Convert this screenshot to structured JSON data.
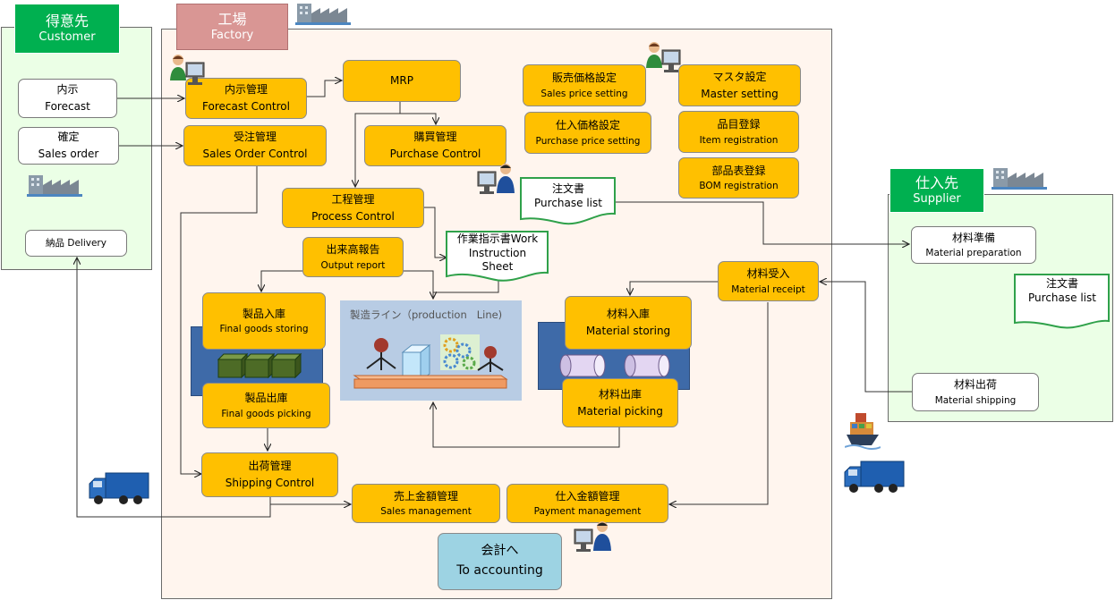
{
  "customer": {
    "jp": "得意先",
    "en": "Customer"
  },
  "factory": {
    "jp": "工場",
    "en": "Factory"
  },
  "supplier": {
    "jp": "仕入先",
    "en": "Supplier"
  },
  "customer_boxes": {
    "forecast": {
      "jp": "内示",
      "en": "Forecast"
    },
    "sales_order": {
      "jp": "確定",
      "en": "Sales order"
    },
    "delivery": {
      "text": "納品 Delivery"
    }
  },
  "factory_boxes": {
    "forecast_control": {
      "jp": "内示管理",
      "en": "Forecast Control"
    },
    "mrp": {
      "text": "MRP"
    },
    "sales_order_control": {
      "jp": "受注管理",
      "en": "Sales Order Control"
    },
    "purchase_control": {
      "jp": "購買管理",
      "en": "Purchase Control"
    },
    "process_control": {
      "jp": "工程管理",
      "en": "Process Control"
    },
    "output_report": {
      "jp": "出来高報告",
      "en": "Output report"
    },
    "final_goods_storing": {
      "jp": "製品入庫",
      "en": "Final goods storing"
    },
    "final_goods_picking": {
      "jp": "製品出庫",
      "en": "Final goods picking"
    },
    "shipping_control": {
      "jp": "出荷管理",
      "en": "Shipping Control"
    },
    "sales_management": {
      "jp": "売上金額管理",
      "en": "Sales management"
    },
    "payment_management": {
      "jp": "仕入金額管理",
      "en": "Payment management"
    },
    "to_accounting": {
      "jp": "会計へ",
      "en": "To accounting"
    },
    "sales_price_setting": {
      "jp": "販売価格設定",
      "en": "Sales price setting"
    },
    "purchase_price_setting": {
      "jp": "仕入価格設定",
      "en": "Purchase price setting"
    },
    "master_setting": {
      "jp": "マスタ設定",
      "en": "Master setting"
    },
    "item_registration": {
      "jp": "品目登録",
      "en": "Item registration"
    },
    "bom_registration": {
      "jp": "部品表登録",
      "en": "BOM registration"
    },
    "material_receipt": {
      "jp": "材料受入",
      "en": "Material receipt"
    },
    "material_storing": {
      "jp": "材料入庫",
      "en": "Material storing"
    },
    "material_picking": {
      "jp": "材料出庫",
      "en": "Material  picking"
    }
  },
  "documents": {
    "purchase_list_factory": {
      "jp": "注文書",
      "en": "Purchase list"
    },
    "work_instruction": {
      "line1": "作業指示書Work",
      "line2": "Instruction",
      "line3": "Sheet"
    },
    "purchase_list_supplier": {
      "jp": "注文書",
      "en": "Purchase list"
    }
  },
  "production_line": {
    "label": "製造ライン（production   Line)"
  },
  "supplier_boxes": {
    "material_preparation": {
      "jp": "材料準備",
      "en": "Material preparation"
    },
    "material_shipping": {
      "jp": "材料出荷",
      "en": "Material shipping"
    }
  },
  "colors": {
    "process_box": "#ffc000",
    "customer_bg": "#ebffe6",
    "factory_bg": "#fff5ee",
    "header_green": "#00b050",
    "factory_header": "#d99694",
    "accounting": "#9dd3e3",
    "production_line_bg": "#b8cce4",
    "storage_blue": "#3e6aa8"
  },
  "icons": [
    "building-icon",
    "person-computer-icon",
    "truck-icon",
    "ship-icon",
    "gear-icon",
    "worker-icon",
    "cylinder-icon",
    "crate-icon"
  ]
}
